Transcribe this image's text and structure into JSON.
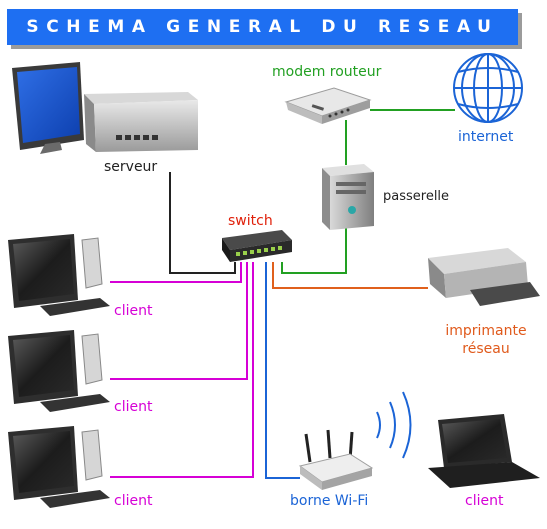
{
  "title": "SCHEMA GENERAL DU RESEAU",
  "labels": {
    "serveur": "serveur",
    "modem": "modem routeur",
    "internet": "internet",
    "passerelle": "passerelle",
    "switch": "switch",
    "client1": "client",
    "client2": "client",
    "client3": "client",
    "client_laptop": "client",
    "printer_line1": "imprimante",
    "printer_line2": "réseau",
    "wifi": "borne Wi-Fi"
  },
  "colors": {
    "banner": "#1e6ff2",
    "client_links": "#d600d6",
    "server_link": "#222222",
    "gateway_links": "#22a022",
    "wifi_link": "#1b64d6",
    "printer_link": "#e0601c",
    "switch_label": "#e0200a"
  },
  "icons": [
    "desktop-monitor-icon",
    "server-tower-icon",
    "router-icon",
    "globe-icon",
    "network-switch-icon",
    "printer-icon",
    "wifi-access-point-icon",
    "laptop-icon"
  ]
}
